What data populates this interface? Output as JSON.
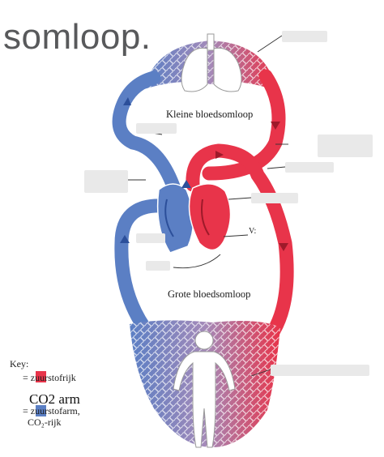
{
  "header": {
    "title": "somloop."
  },
  "diagram": {
    "pulmonary_label": "Kleine bloedsomloop",
    "systemic_label": "Grote bloedsomloop",
    "partial_label": "V:"
  },
  "key": {
    "heading": "Key:",
    "oxygen_rich": "= zuurstofrijk",
    "oxygen_poor_heading": "CO2 arm",
    "oxygen_poor_line1": "= zuurstofarm,",
    "oxygen_poor_line2": "CO₂-rijk"
  },
  "colors": {
    "oxygen_rich": "#e8344a",
    "oxygen_poor": "#5b7fc4",
    "capillary_mix": "#a98ab8",
    "label_box": "#e9e9e9"
  },
  "icons": [
    "lungs-icon",
    "heart-icon",
    "human-body-icon",
    "flow-arrow-icon"
  ]
}
